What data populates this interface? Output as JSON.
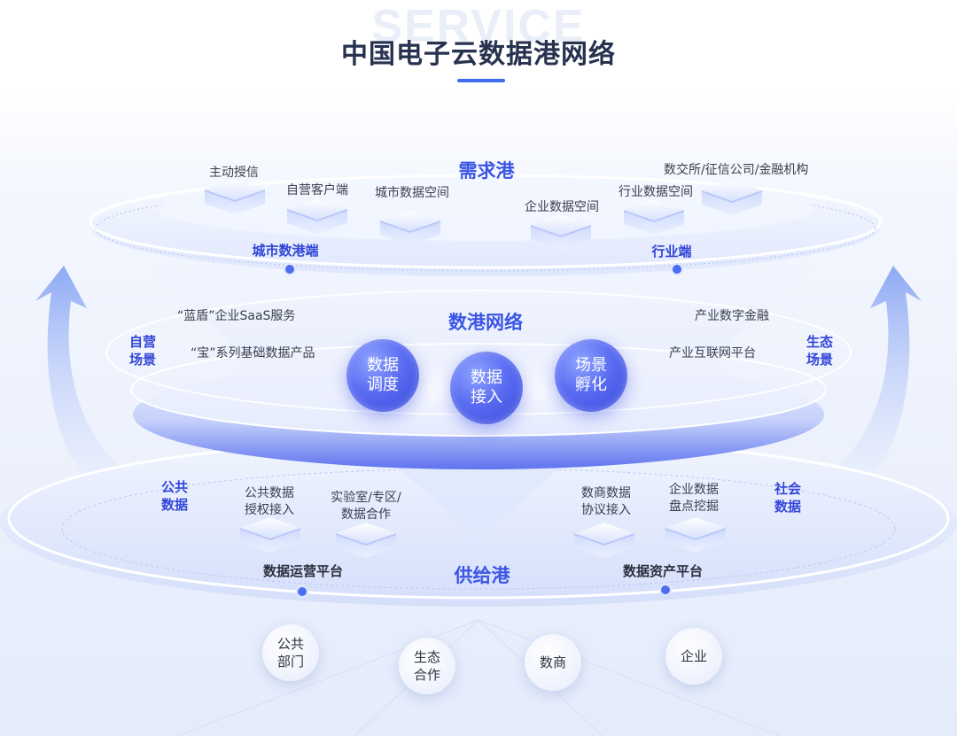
{
  "header": {
    "watermark": "SERVICE",
    "title": "中国电子云数据港网络"
  },
  "demand_port": {
    "heading": "需求港",
    "items": [
      "主动授信",
      "自营客户端",
      "城市数据空间",
      "企业数据空间",
      "行业数据空间",
      "数交所/征信公司/金融机构"
    ],
    "endpoints": [
      "城市数港端",
      "行业端"
    ]
  },
  "network": {
    "heading": "数港网络",
    "left_labels": [
      "“蓝盾”企业SaaS服务",
      "“宝”系列基础数据产品"
    ],
    "right_labels": [
      "产业数字金融",
      "产业互联网平台"
    ],
    "orbs": [
      {
        "line1": "数据",
        "line2": "调度"
      },
      {
        "line1": "数据",
        "line2": "接入"
      },
      {
        "line1": "场景",
        "line2": "孵化"
      }
    ],
    "left_side": {
      "line1": "自营",
      "line2": "场景"
    },
    "right_side": {
      "line1": "生态",
      "line2": "场景"
    }
  },
  "supply_port": {
    "heading": "供给港",
    "left_side": {
      "line1": "公共",
      "line2": "数据"
    },
    "right_side": {
      "line1": "社会",
      "line2": "数据"
    },
    "items": [
      {
        "line1": "公共数据",
        "line2": "授权接入"
      },
      {
        "line1": "实验室/专区/",
        "line2": "数据合作"
      },
      {
        "line1": "数商数据",
        "line2": "协议接入"
      },
      {
        "line1": "企业数据",
        "line2": "盘点挖掘"
      }
    ],
    "platforms": [
      "数据运营平台",
      "数据资产平台"
    ]
  },
  "sources": [
    {
      "line1": "公共",
      "line2": "部门"
    },
    {
      "line1": "生态",
      "line2": "合作"
    },
    {
      "line1": "数商",
      "line2": ""
    },
    {
      "line1": "企业",
      "line2": ""
    }
  ],
  "colors": {
    "accent": "#3b55e6",
    "title": "#27324f",
    "orb": "#4a5ce8",
    "ring": "#c9d6fb"
  }
}
